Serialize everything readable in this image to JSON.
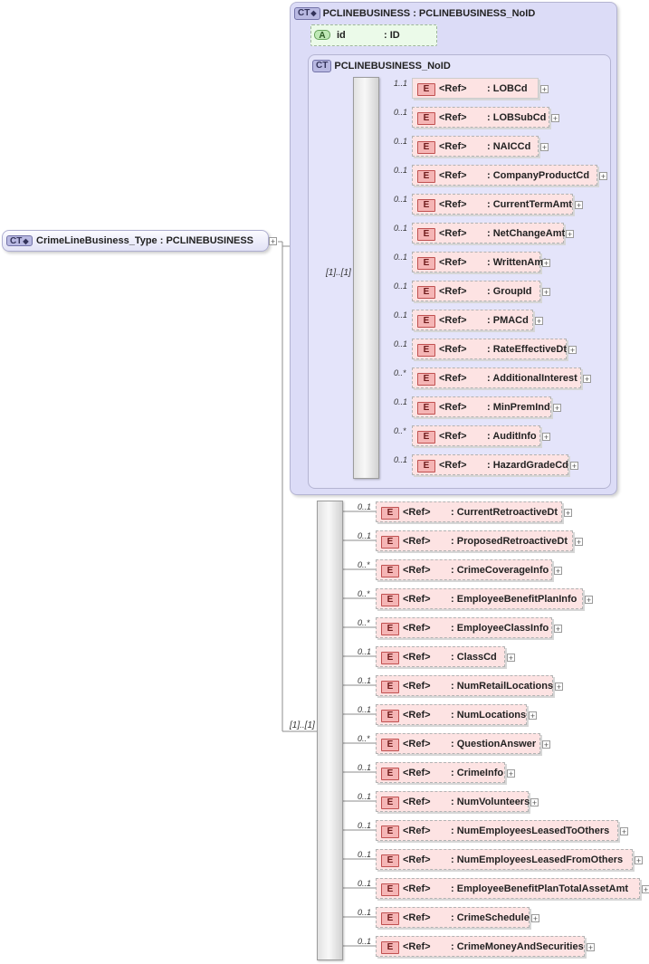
{
  "root": {
    "badge": "CT",
    "label": "CrimeLineBusiness_Type : PCLINEBUSINESS"
  },
  "outer": {
    "badge": "CT",
    "title": "PCLINEBUSINESS : PCLINEBUSINESS_NoID"
  },
  "attribute": {
    "badge": "A",
    "name": "id",
    "type": ": ID"
  },
  "inner": {
    "badge": "CT",
    "title": "PCLINEBUSINESS_NoID"
  },
  "sequences": [
    {
      "cardinality": "[1]..[1]"
    },
    {
      "cardinality": "[1]..[1]"
    }
  ],
  "ref_label": "<Ref>",
  "element_badge": "E",
  "expand_glyph": "+",
  "group1": [
    {
      "card": "1..1",
      "name": "LOBCd"
    },
    {
      "card": "0..1",
      "name": "LOBSubCd"
    },
    {
      "card": "0..1",
      "name": "NAICCd"
    },
    {
      "card": "0..1",
      "name": "CompanyProductCd"
    },
    {
      "card": "0..1",
      "name": "CurrentTermAmt"
    },
    {
      "card": "0..1",
      "name": "NetChangeAmt"
    },
    {
      "card": "0..1",
      "name": "WrittenAmt"
    },
    {
      "card": "0..1",
      "name": "GroupId"
    },
    {
      "card": "0..1",
      "name": "PMACd"
    },
    {
      "card": "0..1",
      "name": "RateEffectiveDt"
    },
    {
      "card": "0..*",
      "name": "AdditionalInterest"
    },
    {
      "card": "0..1",
      "name": "MinPremInd"
    },
    {
      "card": "0..*",
      "name": "AuditInfo"
    },
    {
      "card": "0..1",
      "name": "HazardGradeCd"
    }
  ],
  "group2": [
    {
      "card": "0..1",
      "name": "CurrentRetroactiveDt"
    },
    {
      "card": "0..1",
      "name": "ProposedRetroactiveDt"
    },
    {
      "card": "0..*",
      "name": "CrimeCoverageInfo"
    },
    {
      "card": "0..*",
      "name": "EmployeeBenefitPlanInfo"
    },
    {
      "card": "0..*",
      "name": "EmployeeClassInfo"
    },
    {
      "card": "0..1",
      "name": "ClassCd"
    },
    {
      "card": "0..1",
      "name": "NumRetailLocations"
    },
    {
      "card": "0..1",
      "name": "NumLocations"
    },
    {
      "card": "0..*",
      "name": "QuestionAnswer"
    },
    {
      "card": "0..1",
      "name": "CrimeInfo"
    },
    {
      "card": "0..1",
      "name": "NumVolunteers"
    },
    {
      "card": "0..1",
      "name": "NumEmployeesLeasedToOthers"
    },
    {
      "card": "0..1",
      "name": "NumEmployeesLeasedFromOthers"
    },
    {
      "card": "0..1",
      "name": "EmployeeBenefitPlanTotalAssetAmt"
    },
    {
      "card": "0..1",
      "name": "CrimeSchedule"
    },
    {
      "card": "0..1",
      "name": "CrimeMoneyAndSecurities"
    }
  ]
}
